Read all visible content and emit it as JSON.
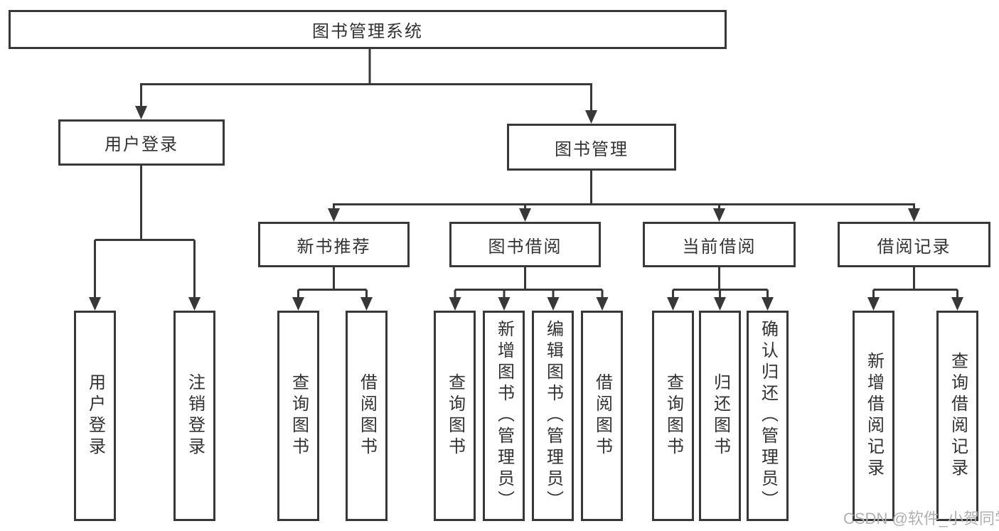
{
  "colors": {
    "line": "#383838",
    "text": "#323232",
    "box_bg": "#ffffff",
    "watermark": "#b0b0b0",
    "bg": "#ffffff"
  },
  "diagram": {
    "root": {
      "label": "图书管理系统"
    },
    "level2": [
      {
        "label": "用户登录"
      },
      {
        "label": "图书管理"
      }
    ],
    "level3": [
      {
        "label": "新书推荐"
      },
      {
        "label": "图书借阅"
      },
      {
        "label": "当前借阅"
      },
      {
        "label": "借阅记录"
      }
    ],
    "leaves": {
      "user_login": [
        "用户登录",
        "注销登录"
      ],
      "new_book_recommend": [
        "查询图书",
        "借阅图书"
      ],
      "book_borrow": [
        "查询图书",
        "新增图书（管理员）",
        "编辑图书（管理员）",
        "借阅图书"
      ],
      "current_borrow": [
        "查询图书",
        "归还图书",
        "确认归还（管理员）"
      ],
      "borrow_records": [
        "新增借阅记录",
        "查询借阅记录"
      ]
    }
  },
  "watermark": {
    "text": "CSDN @软件_小贺同学"
  }
}
